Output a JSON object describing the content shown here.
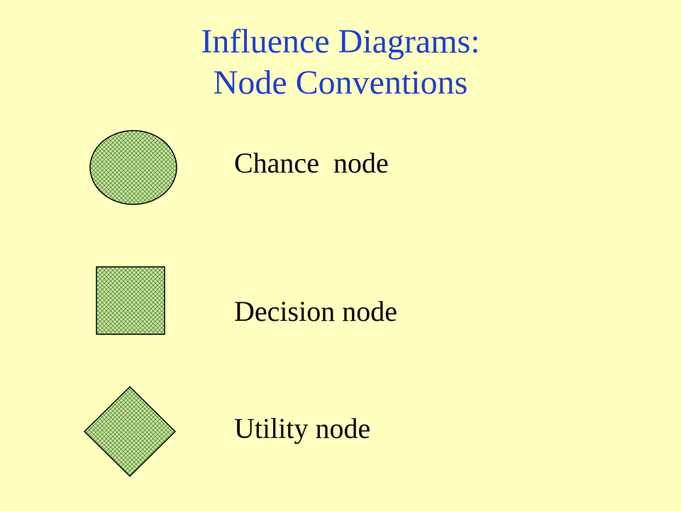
{
  "slide": {
    "title_line1": "Influence Diagrams:",
    "title_line2": "Node Conventions",
    "title_color": "#1f3fcf",
    "background_color": "#ffffc0"
  },
  "nodes": [
    {
      "shape": "ellipse",
      "label": "Chance  node",
      "fill": "#c8e6a0",
      "hatch": "#5a8a3a"
    },
    {
      "shape": "square",
      "label": "Decision node",
      "fill": "#c8e6a0",
      "hatch": "#5a8a3a"
    },
    {
      "shape": "diamond",
      "label": "Utility node",
      "fill": "#c8e6a0",
      "hatch": "#5a8a3a"
    }
  ]
}
